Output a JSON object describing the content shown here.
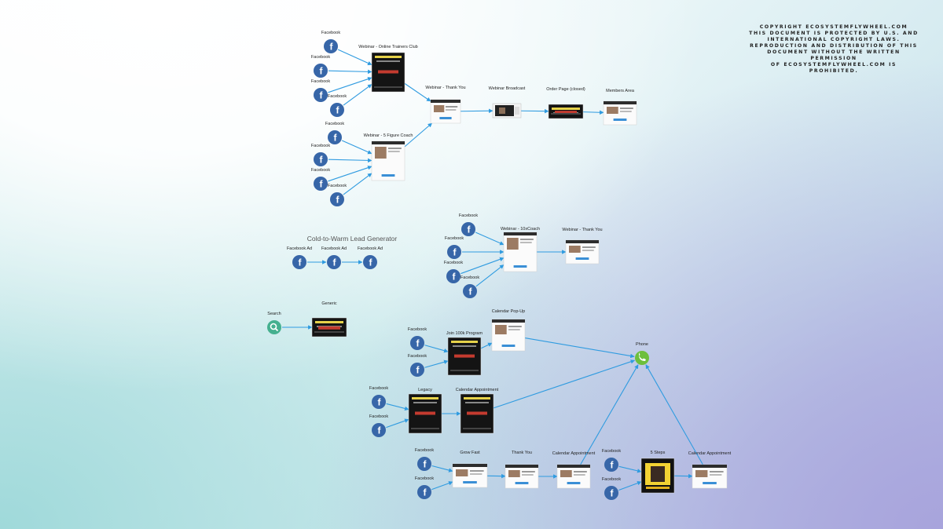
{
  "copyright": {
    "lines": [
      "COPYRIGHT ECOSYSTEMFLYWHEEL.COM",
      "THIS DOCUMENT IS PROTECTED BY U.S. AND",
      "INTERNATIONAL COPYRIGHT LAWS.",
      "REPRODUCTION AND DISTRIBUTION OF THIS",
      "DOCUMENT WITHOUT THE WRITTEN PERMISSION",
      "OF ECOSYSTEMFLYWHEEL.COM IS PROHIBITED."
    ]
  },
  "colors": {
    "edge": "#2f9be0",
    "facebook": "#3766a8",
    "phone": "#6dbf3c",
    "search": "#45b08f"
  },
  "section_title": "Cold-to-Warm Lead Generator",
  "nodes": [
    {
      "id": "fb1",
      "type": "facebook",
      "label": "Facebook"
    },
    {
      "id": "fb2",
      "type": "facebook",
      "label": "Facebook"
    },
    {
      "id": "fb3",
      "type": "facebook",
      "label": "Facebook"
    },
    {
      "id": "fb4",
      "type": "facebook",
      "label": "Facebook"
    },
    {
      "id": "web_otc",
      "type": "page",
      "label": "Webinar - Online Trainers Club",
      "style": "dark"
    },
    {
      "id": "fb5",
      "type": "facebook",
      "label": "Facebook"
    },
    {
      "id": "fb6",
      "type": "facebook",
      "label": "Facebook"
    },
    {
      "id": "fb7",
      "type": "facebook",
      "label": "Facebook"
    },
    {
      "id": "fb8",
      "type": "facebook",
      "label": "Facebook"
    },
    {
      "id": "web_sfc",
      "type": "page",
      "label": "Webinar - 5 Figure Coach",
      "style": "light"
    },
    {
      "id": "web_ty",
      "type": "page",
      "label": "Webinar - Thank You",
      "style": "light"
    },
    {
      "id": "web_bc",
      "type": "page",
      "label": "Webinar Broadcast",
      "style": "video"
    },
    {
      "id": "order",
      "type": "page",
      "label": "Order Page (closed)",
      "style": "dark"
    },
    {
      "id": "members",
      "type": "page",
      "label": "Members Area",
      "style": "light"
    },
    {
      "id": "ad1",
      "type": "facebook",
      "label": "Facebook Ad"
    },
    {
      "id": "ad2",
      "type": "facebook",
      "label": "Facebook Ad"
    },
    {
      "id": "ad3",
      "type": "facebook",
      "label": "Facebook Ad"
    },
    {
      "id": "fb9",
      "type": "facebook",
      "label": "Facebook"
    },
    {
      "id": "fb10",
      "type": "facebook",
      "label": "Facebook"
    },
    {
      "id": "fb11",
      "type": "facebook",
      "label": "Facebook"
    },
    {
      "id": "fb12",
      "type": "facebook",
      "label": "Facebook"
    },
    {
      "id": "web_10x",
      "type": "page",
      "label": "Webinar - 10xCoach",
      "style": "light"
    },
    {
      "id": "web_ty2",
      "type": "page",
      "label": "Webinar - Thank You",
      "style": "light"
    },
    {
      "id": "search",
      "type": "search",
      "label": "Search"
    },
    {
      "id": "generic",
      "type": "page",
      "label": "Generic",
      "style": "dark"
    },
    {
      "id": "fb13",
      "type": "facebook",
      "label": "Facebook"
    },
    {
      "id": "fb14",
      "type": "facebook",
      "label": "Facebook"
    },
    {
      "id": "join100k",
      "type": "page",
      "label": "Join 100k Program",
      "style": "dark"
    },
    {
      "id": "cal_popup",
      "type": "page",
      "label": "Calendar Pop-Up",
      "style": "light"
    },
    {
      "id": "phone",
      "type": "phone",
      "label": "Phone"
    },
    {
      "id": "fb15",
      "type": "facebook",
      "label": "Facebook"
    },
    {
      "id": "fb16",
      "type": "facebook",
      "label": "Facebook"
    },
    {
      "id": "legacy",
      "type": "page",
      "label": "Legacy",
      "style": "dark"
    },
    {
      "id": "cal_appt1",
      "type": "page",
      "label": "Calendar Appointment",
      "style": "dark"
    },
    {
      "id": "fb17",
      "type": "facebook",
      "label": "Facebook"
    },
    {
      "id": "fb18",
      "type": "facebook",
      "label": "Facebook"
    },
    {
      "id": "grow_fast",
      "type": "page",
      "label": "Grow Fast",
      "style": "light"
    },
    {
      "id": "thank_you",
      "type": "page",
      "label": "Thank You",
      "style": "light"
    },
    {
      "id": "cal_appt2",
      "type": "page",
      "label": "Calendar Appointment",
      "style": "light"
    },
    {
      "id": "fb19",
      "type": "facebook",
      "label": "Facebook"
    },
    {
      "id": "fb20",
      "type": "facebook",
      "label": "Facebook"
    },
    {
      "id": "five_steps",
      "type": "page",
      "label": "5 Steps",
      "style": "yellow"
    },
    {
      "id": "cal_appt3",
      "type": "page",
      "label": "Calendar Appointment",
      "style": "light"
    }
  ],
  "edges": [
    [
      "fb1",
      "web_otc"
    ],
    [
      "fb2",
      "web_otc"
    ],
    [
      "fb3",
      "web_otc"
    ],
    [
      "fb4",
      "web_otc"
    ],
    [
      "fb5",
      "web_sfc"
    ],
    [
      "fb6",
      "web_sfc"
    ],
    [
      "fb7",
      "web_sfc"
    ],
    [
      "fb8",
      "web_sfc"
    ],
    [
      "web_otc",
      "web_ty"
    ],
    [
      "web_sfc",
      "web_ty"
    ],
    [
      "web_ty",
      "web_bc"
    ],
    [
      "web_bc",
      "order"
    ],
    [
      "order",
      "members"
    ],
    [
      "ad1",
      "ad2"
    ],
    [
      "ad2",
      "ad3"
    ],
    [
      "fb9",
      "web_10x"
    ],
    [
      "fb10",
      "web_10x"
    ],
    [
      "fb11",
      "web_10x"
    ],
    [
      "fb12",
      "web_10x"
    ],
    [
      "web_10x",
      "web_ty2"
    ],
    [
      "search",
      "generic"
    ],
    [
      "fb13",
      "join100k"
    ],
    [
      "fb14",
      "join100k"
    ],
    [
      "join100k",
      "cal_popup"
    ],
    [
      "cal_popup",
      "phone"
    ],
    [
      "fb15",
      "legacy"
    ],
    [
      "fb16",
      "legacy"
    ],
    [
      "legacy",
      "cal_appt1"
    ],
    [
      "cal_appt1",
      "phone"
    ],
    [
      "fb17",
      "grow_fast"
    ],
    [
      "fb18",
      "grow_fast"
    ],
    [
      "grow_fast",
      "thank_you"
    ],
    [
      "thank_you",
      "cal_appt2"
    ],
    [
      "cal_appt2",
      "phone"
    ],
    [
      "fb19",
      "five_steps"
    ],
    [
      "fb20",
      "five_steps"
    ],
    [
      "five_steps",
      "cal_appt3"
    ],
    [
      "cal_appt3",
      "phone"
    ]
  ]
}
